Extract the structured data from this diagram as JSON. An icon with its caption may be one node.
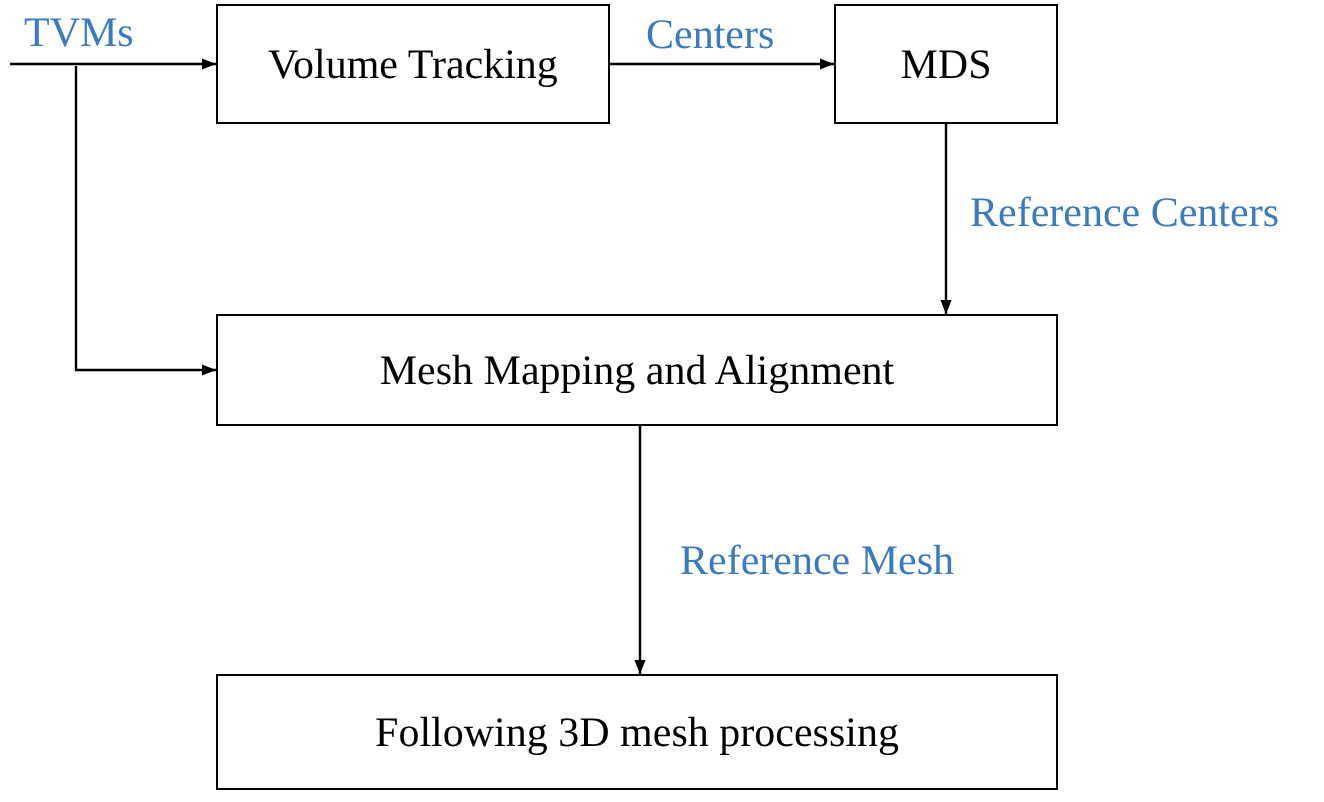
{
  "diagram": {
    "nodes": [
      {
        "text": [
          "Volume Tracking"
        ]
      },
      {
        "text": [
          "MDS"
        ]
      },
      {
        "text": [
          "Mesh Mapping and Alignment"
        ]
      },
      {
        "text": [
          "Following 3D mesh processing"
        ]
      }
    ],
    "edges": [
      {
        "from": null,
        "to": 0,
        "arrow": "to",
        "label": "TVMs"
      },
      {
        "from": null,
        "to": 2,
        "arrow": "to"
      },
      {
        "from": 0,
        "to": 1,
        "arrow": "to",
        "label": "Centers"
      },
      {
        "from": 1,
        "to": 2,
        "arrow": "to",
        "label": "Reference Centers"
      },
      {
        "from": 2,
        "to": 3,
        "arrow": "to",
        "label": "Reference Mesh"
      }
    ]
  }
}
